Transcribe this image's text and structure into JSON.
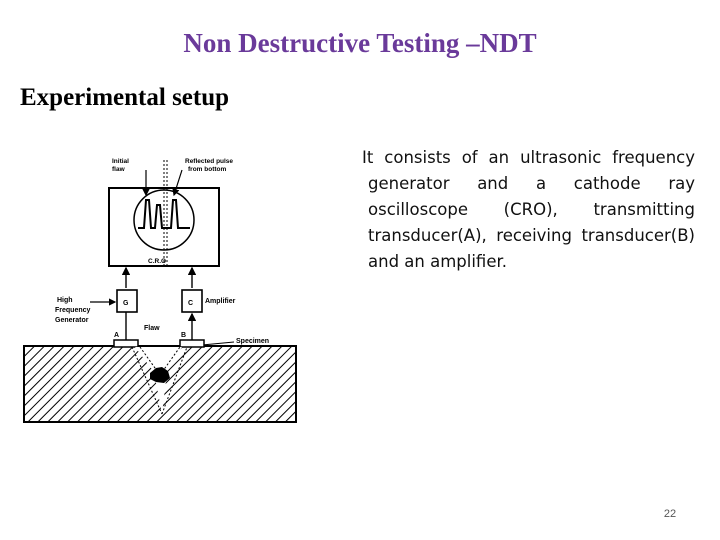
{
  "slide": {
    "title": "Non Destructive Testing –NDT",
    "subtitle": "Experimental setup",
    "body": "It consists of an ultrasonic frequency generator and a cathode ray oscilloscope (CRO), transmitting transducer(A), receiving transducer(B) and an amplifier.",
    "page_number": "22"
  },
  "diagram": {
    "labels": {
      "initial_flaw_line1": "Initial",
      "initial_flaw_line2": "flaw",
      "reflected_line1": "Reflected pulse",
      "reflected_line2": "from bottom",
      "cro": "C.R.O",
      "high_freq_line1": "High",
      "high_freq_line2": "Frequency",
      "high_freq_line3": "Generator",
      "g_box": "G",
      "c_box": "C",
      "amplifier": "Amplifier",
      "a_label": "A",
      "flaw": "Flaw",
      "b_label": "B",
      "specimen": "Specimen"
    }
  }
}
